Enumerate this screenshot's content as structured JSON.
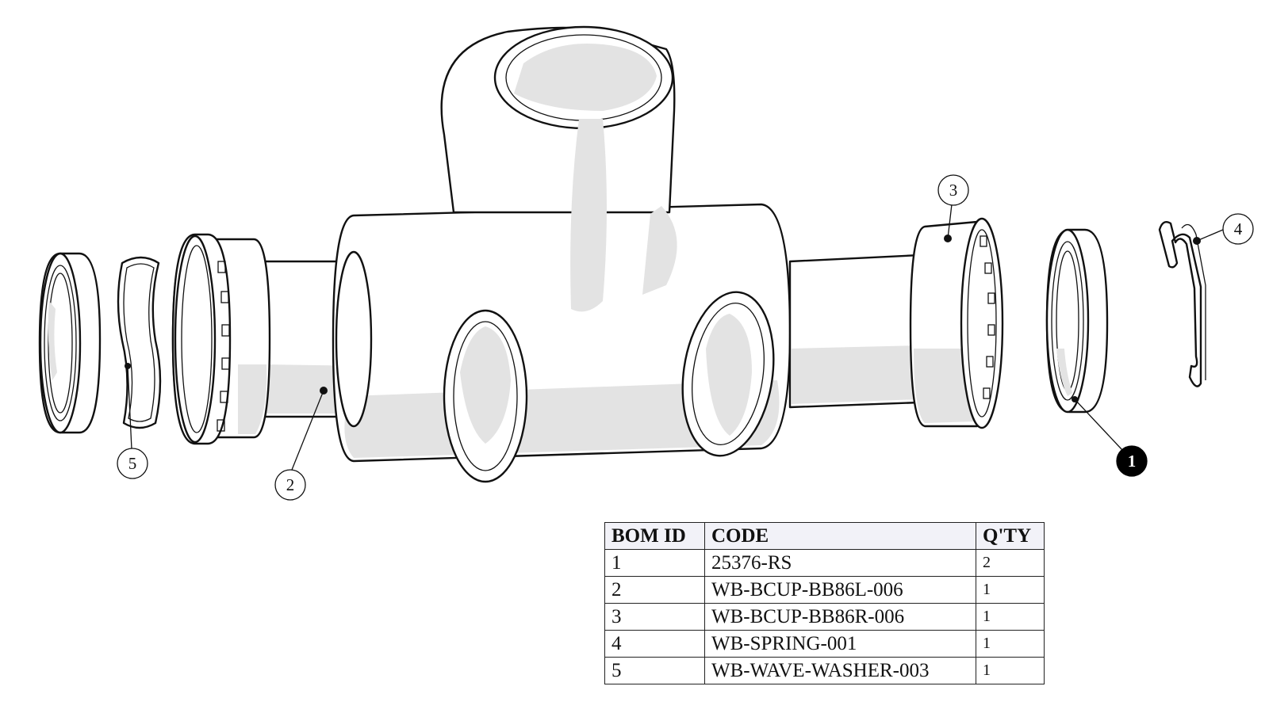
{
  "callouts": [
    {
      "id": "1",
      "style": "filled"
    },
    {
      "id": "2",
      "style": "outline"
    },
    {
      "id": "3",
      "style": "outline"
    },
    {
      "id": "4",
      "style": "outline"
    },
    {
      "id": "5",
      "style": "outline"
    }
  ],
  "bom": {
    "headers": [
      "BOM ID",
      "CODE",
      "Q'TY"
    ],
    "rows": [
      {
        "id": "1",
        "code": "25376-RS",
        "qty": "2"
      },
      {
        "id": "2",
        "code": "WB-BCUP-BB86L-006",
        "qty": "1"
      },
      {
        "id": "3",
        "code": "WB-BCUP-BB86R-006",
        "qty": "1"
      },
      {
        "id": "4",
        "code": "WB-SPRING-001",
        "qty": "1"
      },
      {
        "id": "5",
        "code": "WB-WAVE-WASHER-003",
        "qty": "1"
      }
    ]
  }
}
